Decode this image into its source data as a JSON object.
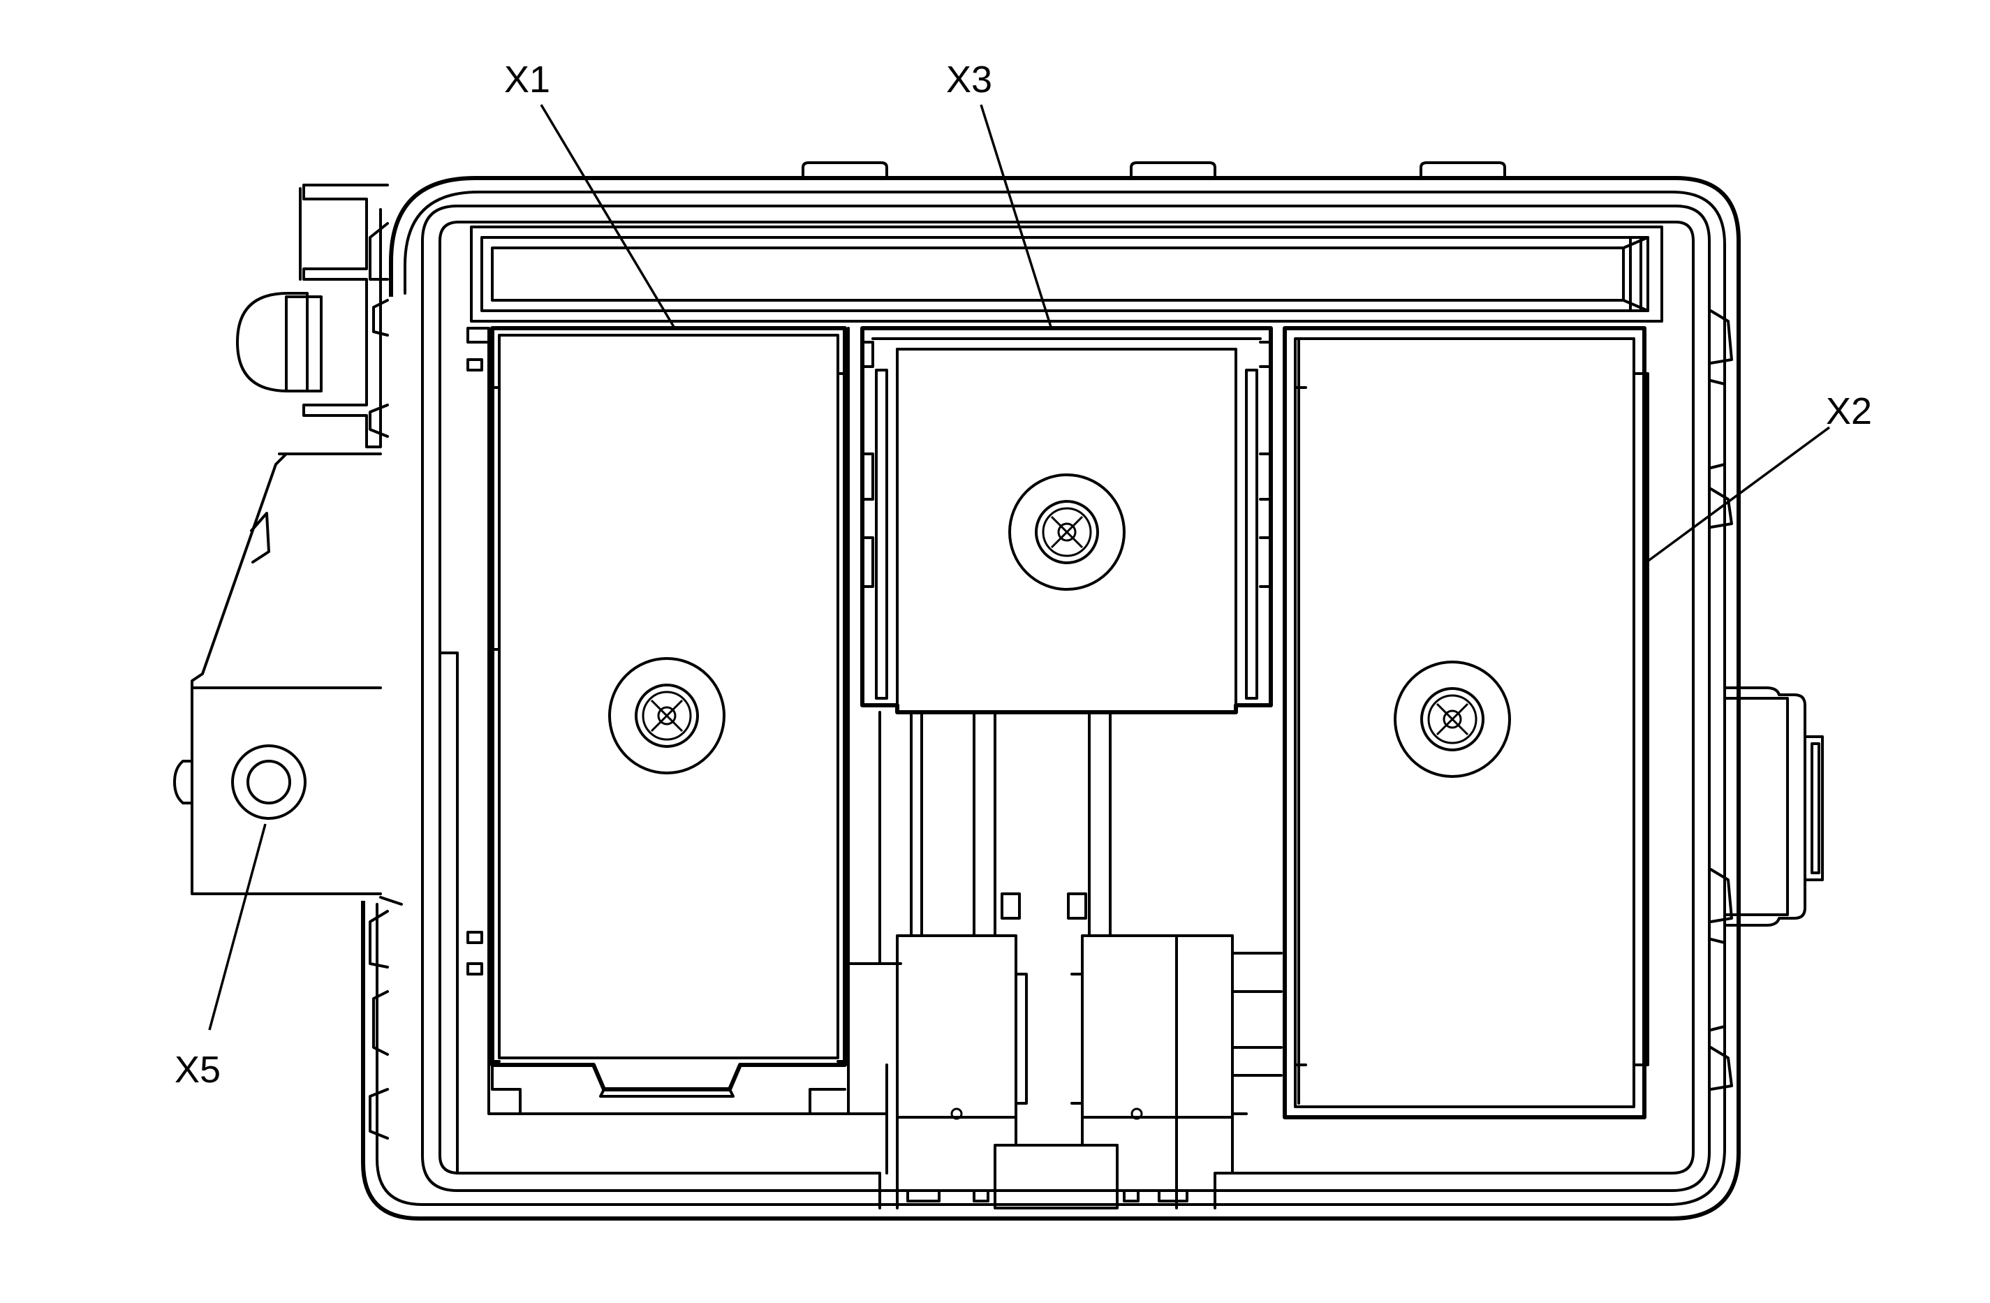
{
  "callouts": {
    "x1": "X1",
    "x2": "X2",
    "x3": "X3",
    "x5": "X5"
  }
}
